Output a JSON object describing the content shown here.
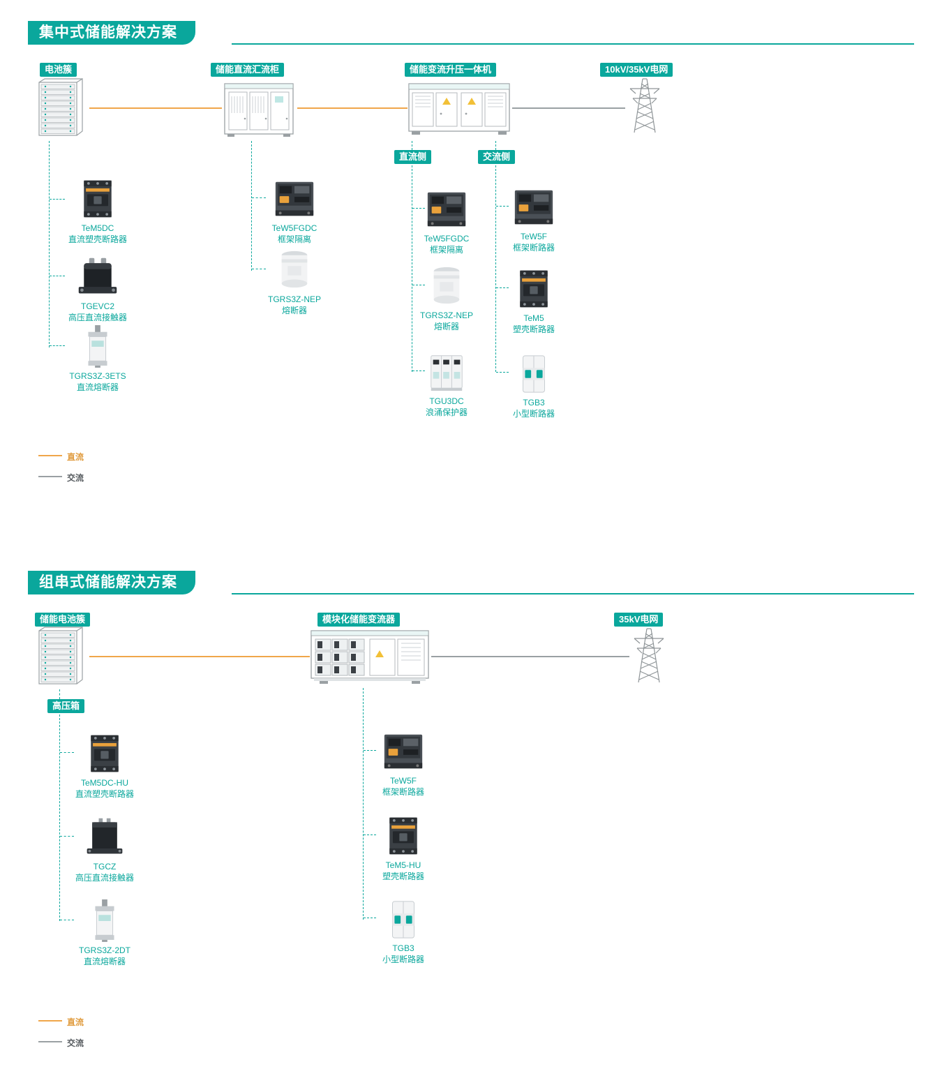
{
  "meta": {
    "background": "#ffffff"
  },
  "colors": {
    "brand_teal": "#0aa79c",
    "dc_line_orange": "#f0a64a",
    "ac_line_gray": "#9aa0a3"
  },
  "section1": {
    "title": "集中式储能解决方案",
    "nodes": {
      "battery": {
        "label": "电池簇",
        "icon": "battery-rack-icon"
      },
      "combiner": {
        "label": "储能直流汇流柜",
        "icon": "dc-combiner-cabinet-icon"
      },
      "converter": {
        "label": "储能变流升压一体机",
        "icon": "pcs-container-icon"
      },
      "grid": {
        "label": "10kV/35kV电网",
        "icon": "transmission-tower-icon"
      }
    },
    "side_labels": {
      "dc": "直流侧",
      "ac": "交流侧"
    },
    "products": {
      "p1": {
        "name": "TeM5DC",
        "desc": "直流塑壳断路器",
        "icon": "mccb-icon"
      },
      "p2": {
        "name": "TGEVC2",
        "desc": "高压直流接触器",
        "icon": "dc-contactor-icon"
      },
      "p3": {
        "name": "TGRS3Z-3ETS",
        "desc": "直流熔断器",
        "icon": "blade-fuse-icon"
      },
      "p4": {
        "name": "TeW5FGDC",
        "desc": "框架隔离",
        "icon": "acb-icon"
      },
      "p5": {
        "name": "TGRS3Z-NEP",
        "desc": "熔断器",
        "icon": "cylindrical-fuse-icon"
      },
      "p6": {
        "name": "TeW5FGDC",
        "desc": "框架隔离",
        "icon": "acb-icon"
      },
      "p7": {
        "name": "TGRS3Z-NEP",
        "desc": "熔断器",
        "icon": "cylindrical-fuse-icon"
      },
      "p8": {
        "name": "TGU3DC",
        "desc": "浪涌保护器",
        "icon": "surge-protector-icon"
      },
      "p9": {
        "name": "TeW5F",
        "desc": "框架断路器",
        "icon": "acb-icon"
      },
      "p10": {
        "name": "TeM5",
        "desc": "塑壳断路器",
        "icon": "mccb-icon"
      },
      "p11": {
        "name": "TGB3",
        "desc": "小型断路器",
        "icon": "mcb-icon"
      }
    },
    "legend": {
      "dc": "直流",
      "ac": "交流"
    }
  },
  "section2": {
    "title": "组串式储能解决方案",
    "nodes": {
      "battery": {
        "label": "储能电池簇",
        "icon": "battery-rack-icon"
      },
      "converter": {
        "label": "模块化储能变流器",
        "icon": "modular-converter-icon"
      },
      "grid": {
        "label": "35kV电网",
        "icon": "transmission-tower-icon"
      }
    },
    "hv_box_label": "高压箱",
    "products": {
      "p1": {
        "name": "TeM5DC-HU",
        "desc": "直流塑壳断路器",
        "icon": "mccb-icon"
      },
      "p2": {
        "name": "TGCZ",
        "desc": "高压直流接触器",
        "icon": "dc-contactor-icon"
      },
      "p3": {
        "name": "TGRS3Z-2DT",
        "desc": "直流熔断器",
        "icon": "blade-fuse-icon"
      },
      "p4": {
        "name": "TeW5F",
        "desc": "框架断路器",
        "icon": "acb-icon"
      },
      "p5": {
        "name": "TeM5-HU",
        "desc": "塑壳断路器",
        "icon": "mccb-icon"
      },
      "p6": {
        "name": "TGB3",
        "desc": "小型断路器",
        "icon": "mcb-icon"
      }
    },
    "legend": {
      "dc": "直流",
      "ac": "交流"
    }
  }
}
